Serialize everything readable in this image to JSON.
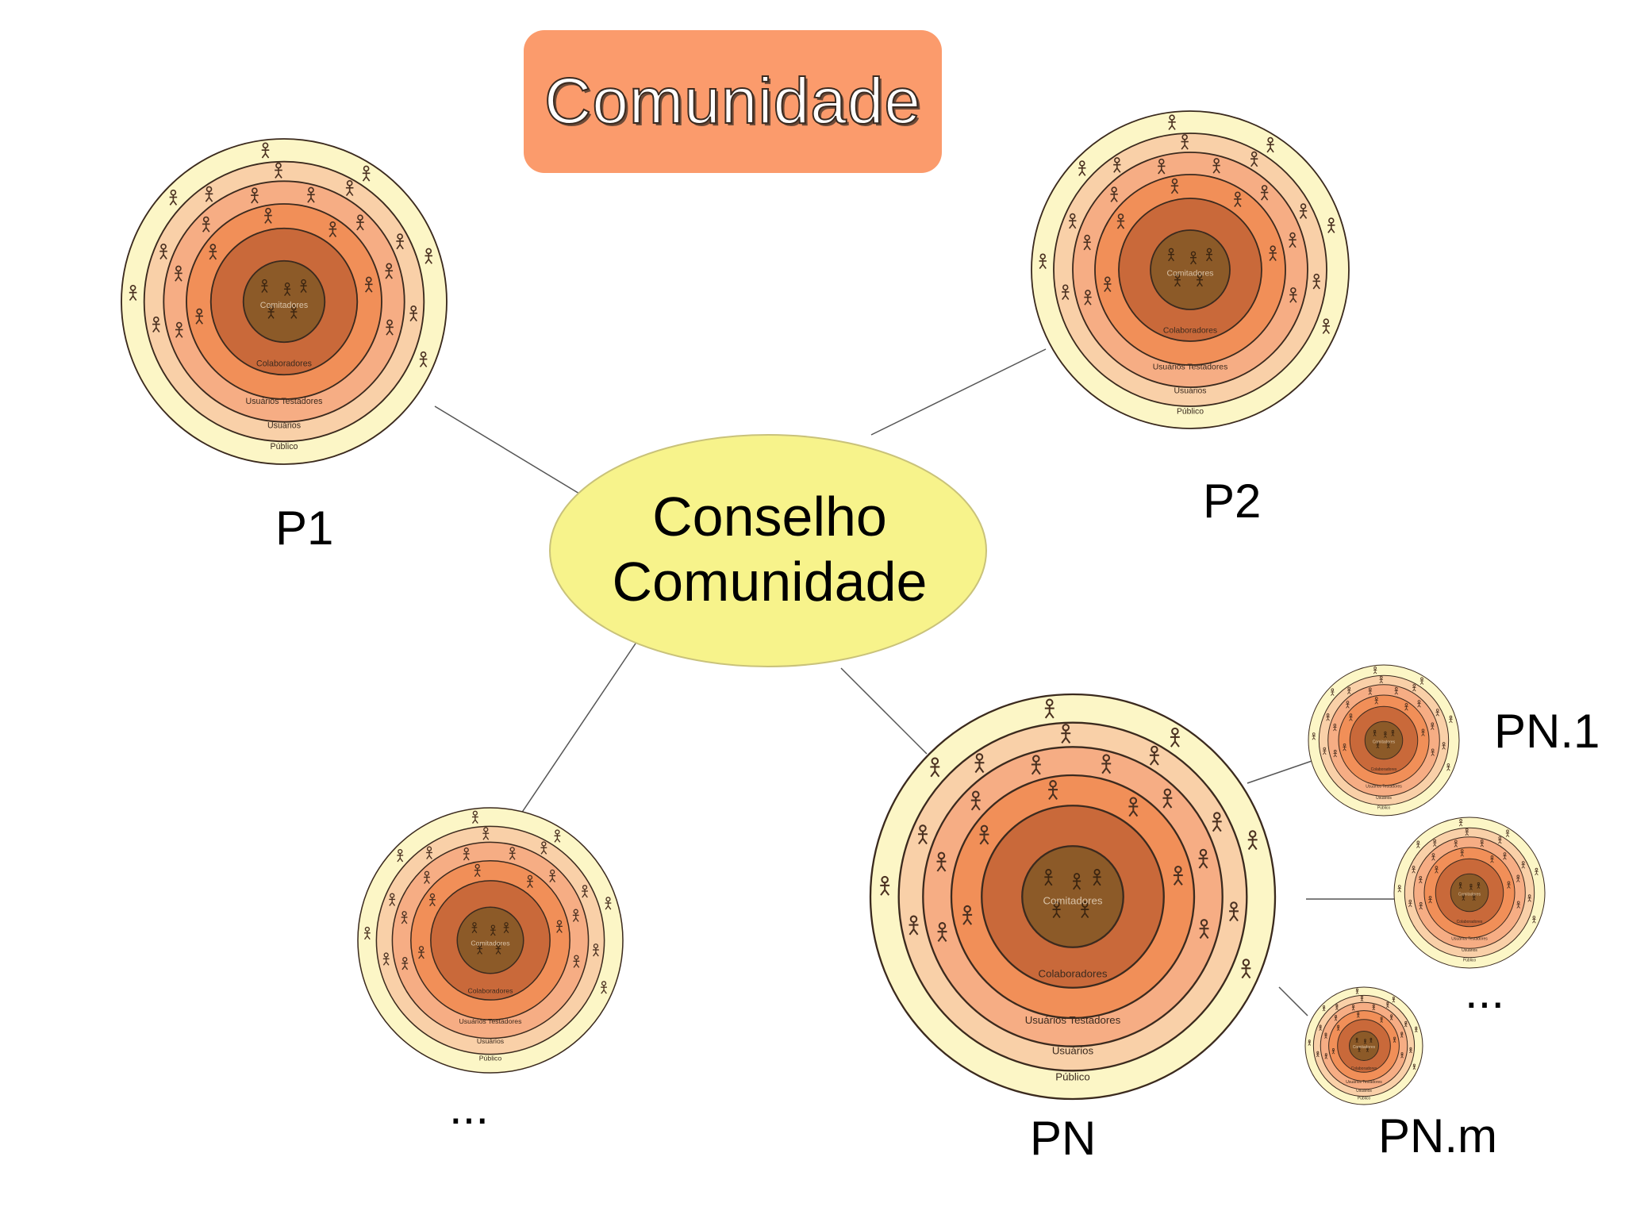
{
  "title": "Comunidade",
  "center": {
    "line1": "Conselho",
    "line2": "Comunidade"
  },
  "projects": {
    "p1": "P1",
    "p2": "P2",
    "others": "...",
    "pn": "PN",
    "pn1": "PN.1",
    "pn_others": "...",
    "pnm": "PN.m"
  },
  "rings": {
    "core": "Comitadores",
    "ring2": "Colaboradores",
    "ring3": "Usuários Testadores",
    "ring4": "Usuários",
    "ring5": "Público"
  },
  "colors": {
    "title_box": "#fb9b6c",
    "center_ellipse": "#f7f38b",
    "ring_publico": "#fcf6c6",
    "ring_usuarios": "#f9d0a8",
    "ring_testadores": "#f6ad84",
    "ring_colaboradores": "#f18f58",
    "ring_colaboradores_inner": "#c9693a",
    "ring_core": "#8c5a28"
  }
}
